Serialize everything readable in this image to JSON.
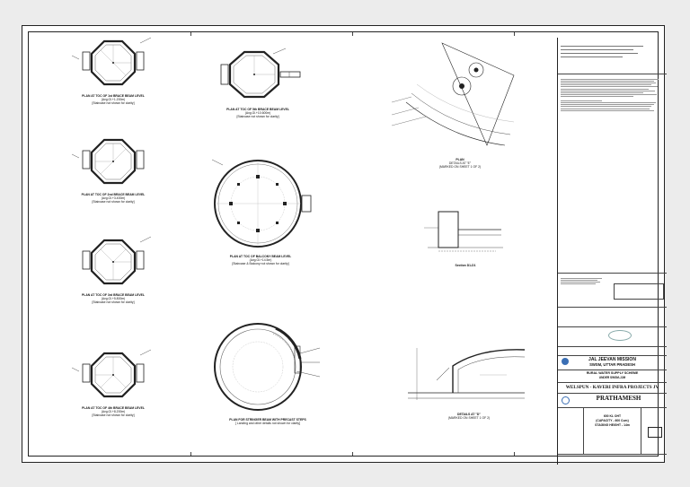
{
  "plans": {
    "p1": {
      "title": "PLAN AT TOC OF 1st BRACE BEAM LEVEL",
      "lvl": "(Avg.Gl.+1.200m)",
      "note": "[Staircase not shown for clarity]"
    },
    "p2": {
      "title": "PLAN AT TOC OF 2nd BRACE BEAM LEVEL",
      "lvl": "(Avg.Gl.+3.400m)",
      "note": "[Staircase not shown for clarity]"
    },
    "p3": {
      "title": "PLAN AT TOC OF 3rd BRACE BEAM LEVEL",
      "lvl": "(Avg.Gl.+5.800m)",
      "note": "[Staircase not shown for clarity]"
    },
    "p4": {
      "title": "PLAN AT TOC OF 4th BRACE BEAM LEVEL",
      "lvl": "(Avg.Gl.+8.200m)",
      "note": "[Staircase not shown for clarity]"
    },
    "p5": {
      "title": "PLAN AT TOC OF 5th BRACE BEAM LEVEL",
      "lvl": "(Avg.Gl.+10.600m)",
      "note": "[Staircase not shown for clarity]"
    },
    "p6": {
      "title": "PLAN AT TOC OF BALCONY BEAM LEVEL",
      "lvl": "(Avg.Gl.+14.5m)",
      "note": "[Staircase & Balcony not shown for clarity]"
    },
    "p7": {
      "title": "PLAN FOR STRINGER BEAM WITH PRECAST STEPS",
      "lvl": "",
      "note": "[ Landing and other details not shown for clarity]"
    }
  },
  "details": {
    "d1": {
      "title": "PLAN",
      "sub": "DETAILS AT \"E\"",
      "ref": "(MARKED ON SHEET 1 OF 2)"
    },
    "d2": {
      "title": "Section D1-D1"
    },
    "d3": {
      "title": "DETAILS AT \"D\"",
      "ref": "(MARKED ON SHEET 1 OF 2)"
    }
  },
  "title_block": {
    "client": "JAL JEEVAN MISSION",
    "state": "SWSM, UTTAR PRADESH",
    "scheme": "RURAL WATER SUPPLY SCHEME",
    "scheme2": "UNDER SWSM-JJM",
    "contractor": "WELSPUN - KAVERI INFRA PROJECTS JV",
    "consultant": "PRATHAMESH",
    "drawing1": "600 KL OHT",
    "drawing2": "(CAPACITY - 600 Cum)",
    "drawing3": "STAGING HEIGHT - 14m"
  }
}
